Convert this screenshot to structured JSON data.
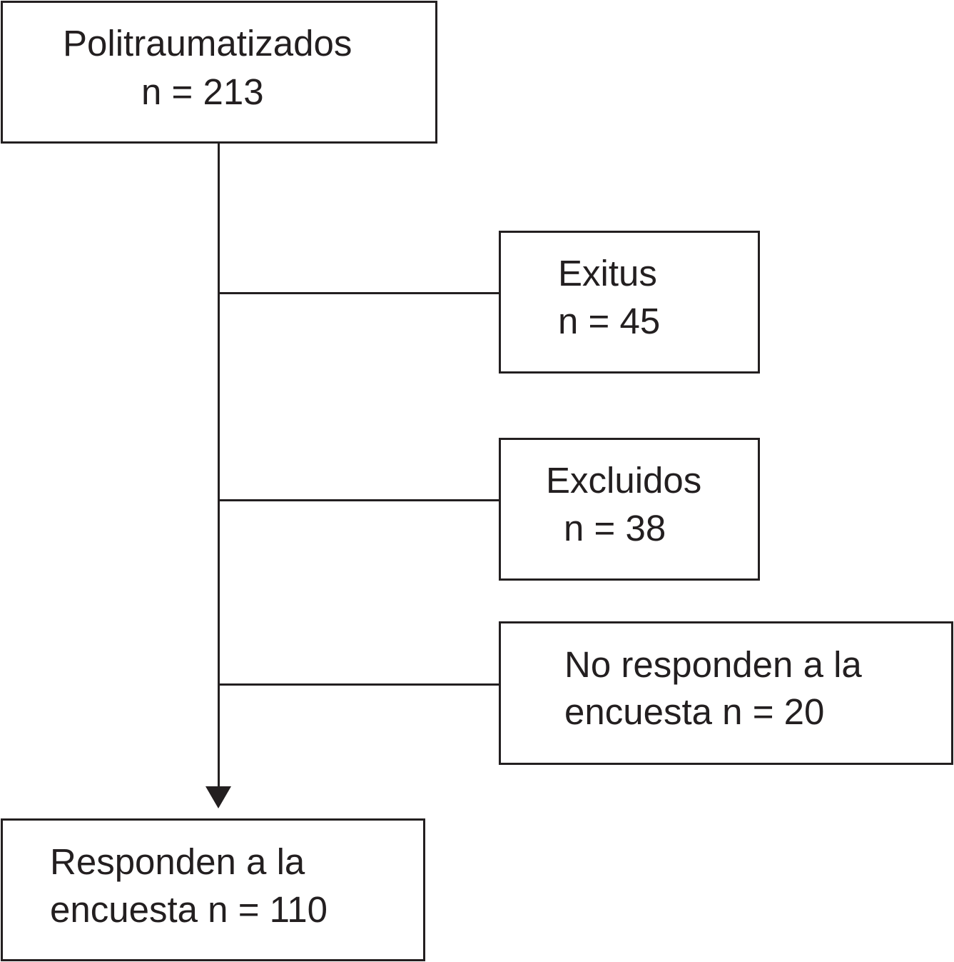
{
  "flowchart": {
    "source": {
      "line1": "Politraumatizados",
      "line2": "n = 213"
    },
    "exclusions": [
      {
        "line1": "Exitus",
        "line2": "n = 45"
      },
      {
        "line1": "Excluidos",
        "line2": "n = 38"
      },
      {
        "line1": "No responden a la",
        "line2": "encuesta n = 20"
      }
    ],
    "result": {
      "line1": "Responden a la",
      "line2": "encuesta n = 110"
    }
  }
}
